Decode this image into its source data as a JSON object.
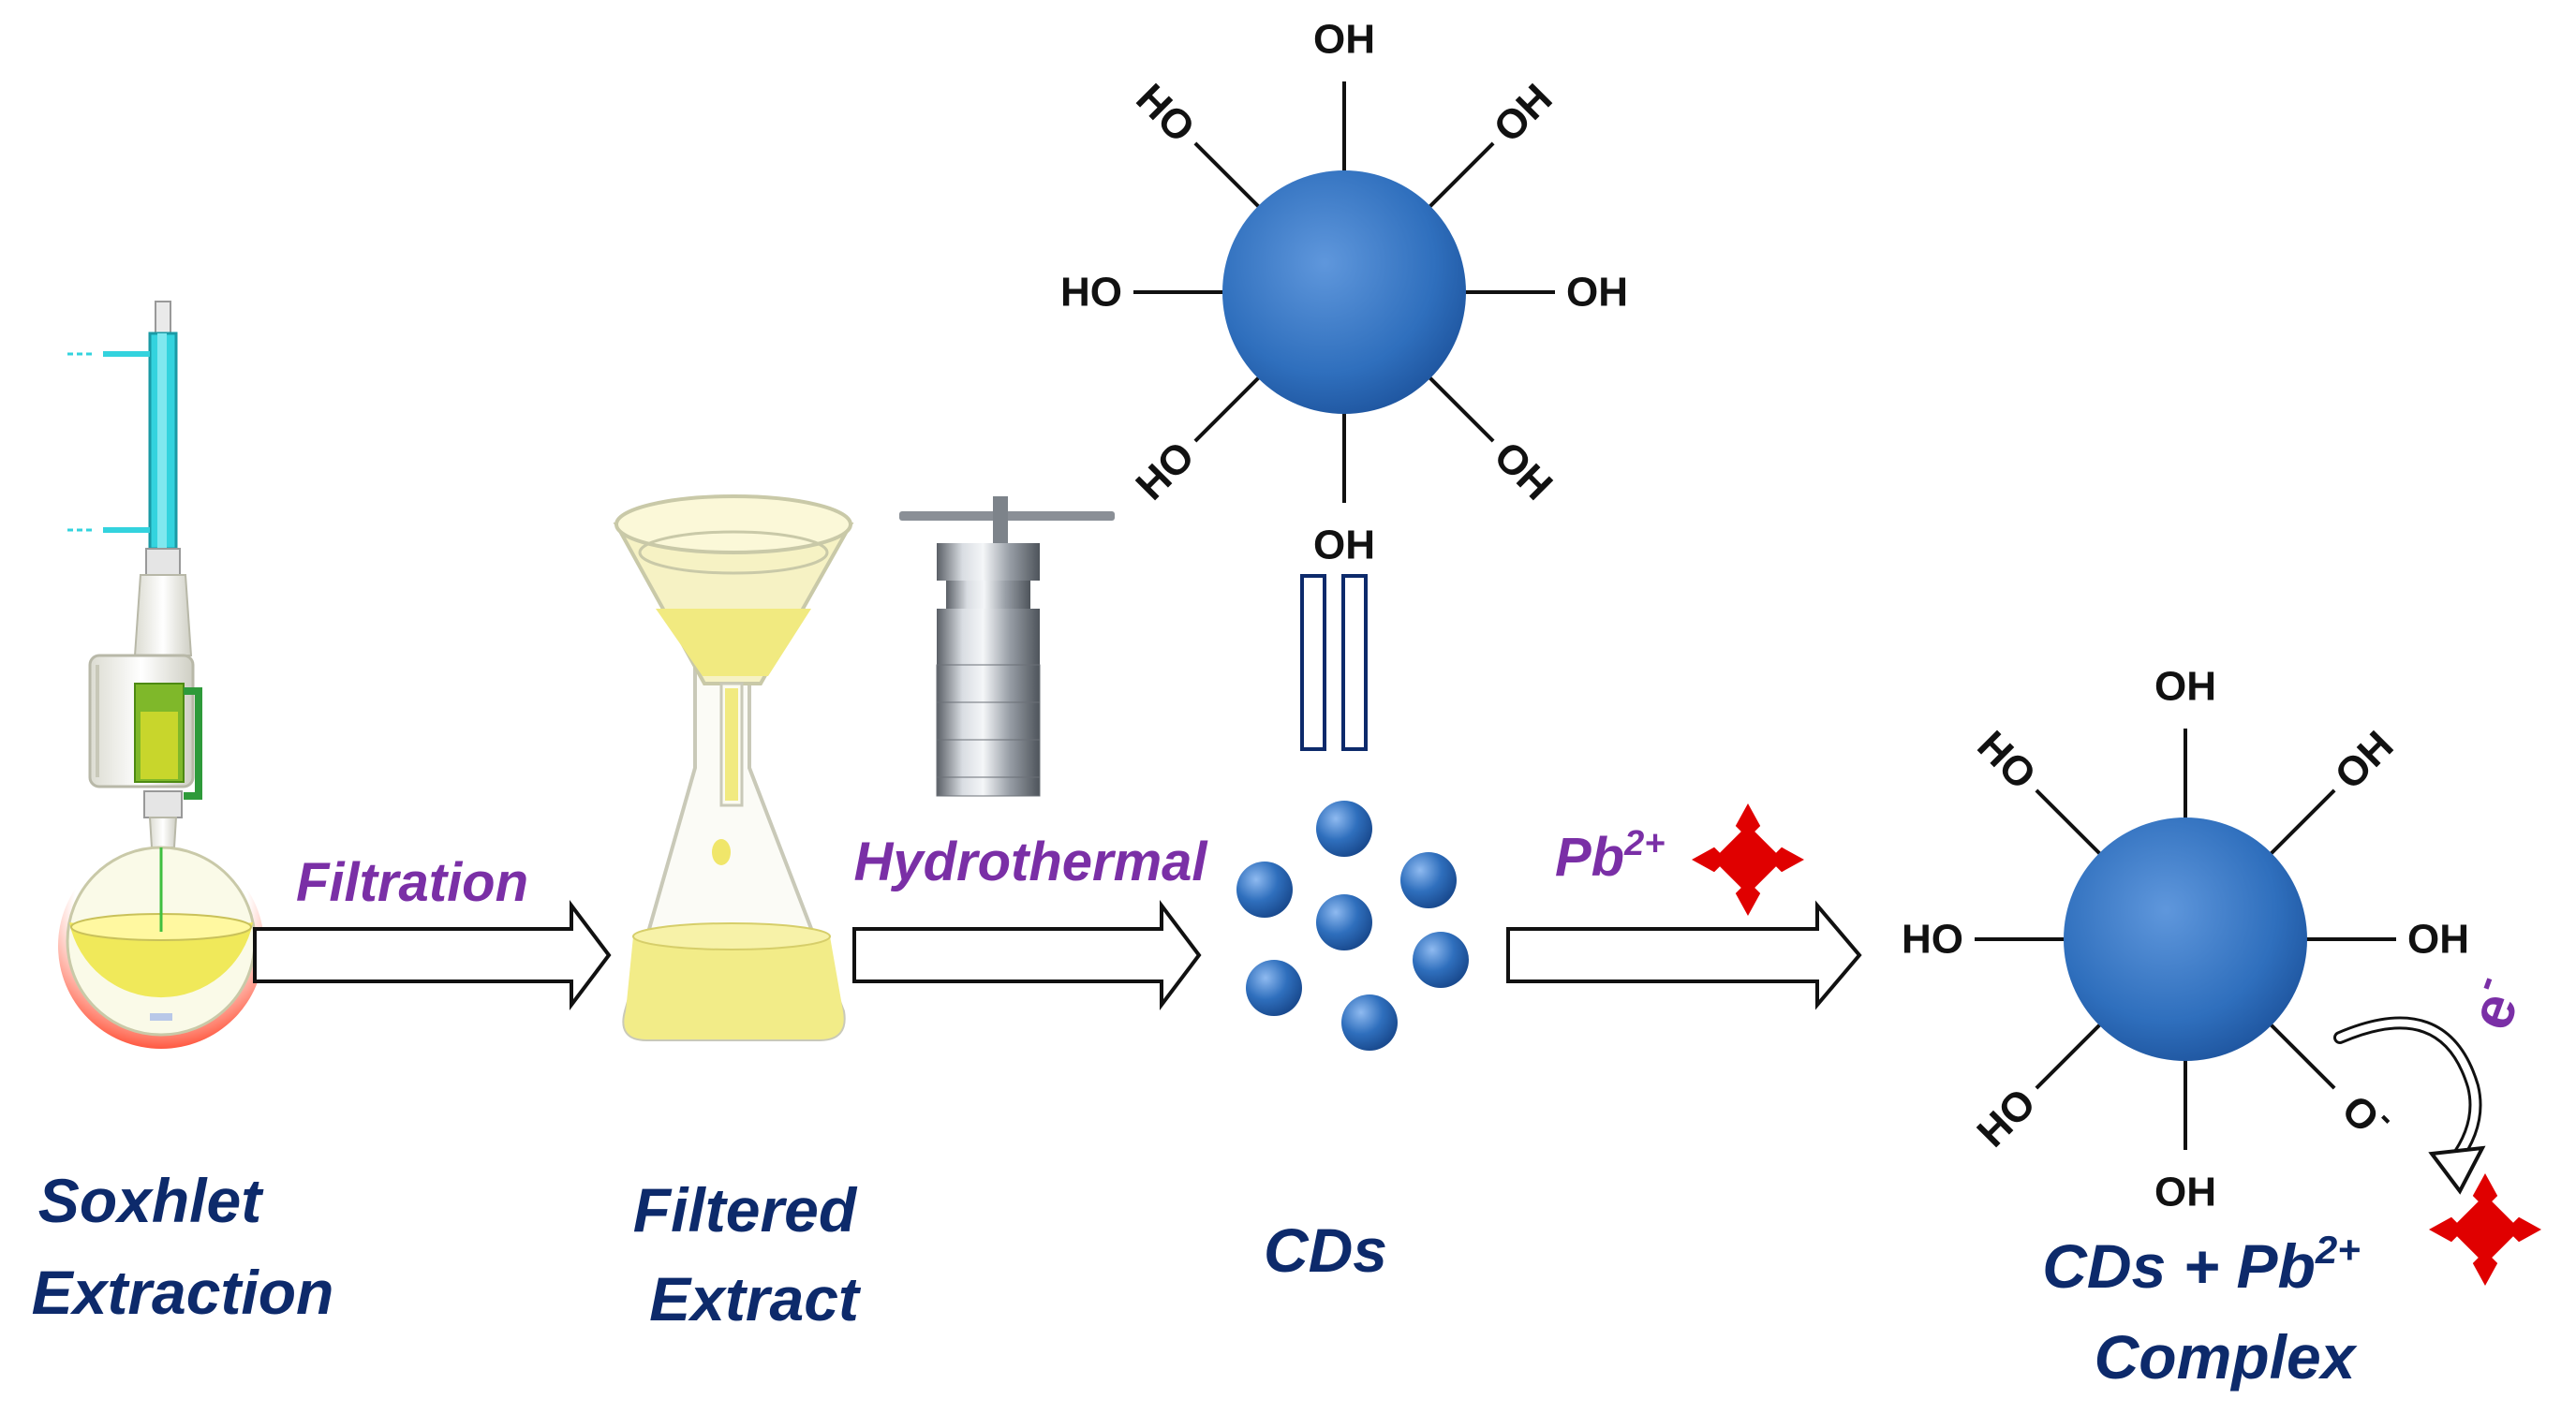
{
  "colors": {
    "navy": "#0d2a6b",
    "purple": "#7a2fa6",
    "sphere": "#2f6fbd",
    "sphere_light": "#5f97dc",
    "lead": "#e00000",
    "flask_liquid": "#f2ec88",
    "condenser": "#33d3de",
    "black": "#111111"
  },
  "stages": [
    {
      "line1": "Soxhlet",
      "line2": "Extraction"
    },
    {
      "line1": "Filtered",
      "line2": "Extract"
    },
    {
      "line1": "CDs",
      "line2": ""
    },
    {
      "line1": "CDs + Pb",
      "sup": "2+",
      "line2": "Complex"
    }
  ],
  "arrows": {
    "filtration": "Filtration",
    "hydrothermal": "Hydrothermal",
    "pb": "Pb",
    "pb_sup": "2+"
  },
  "molecule_top": {
    "groups": [
      "OH",
      "OH",
      "OH",
      "OH",
      "OH",
      "HO",
      "HO",
      "HO"
    ]
  },
  "molecule_right": {
    "groups": [
      "OH",
      "OH",
      "OH",
      "O",
      "OH",
      "HO",
      "HO",
      "HO"
    ],
    "o_charge": "-",
    "electron": "e",
    "electron_charge": "-"
  },
  "icons": [
    "soxhlet-apparatus-icon",
    "filter-flask-icon",
    "autoclave-icon",
    "carbon-dot-cluster-icon",
    "lead-ion-icon"
  ]
}
